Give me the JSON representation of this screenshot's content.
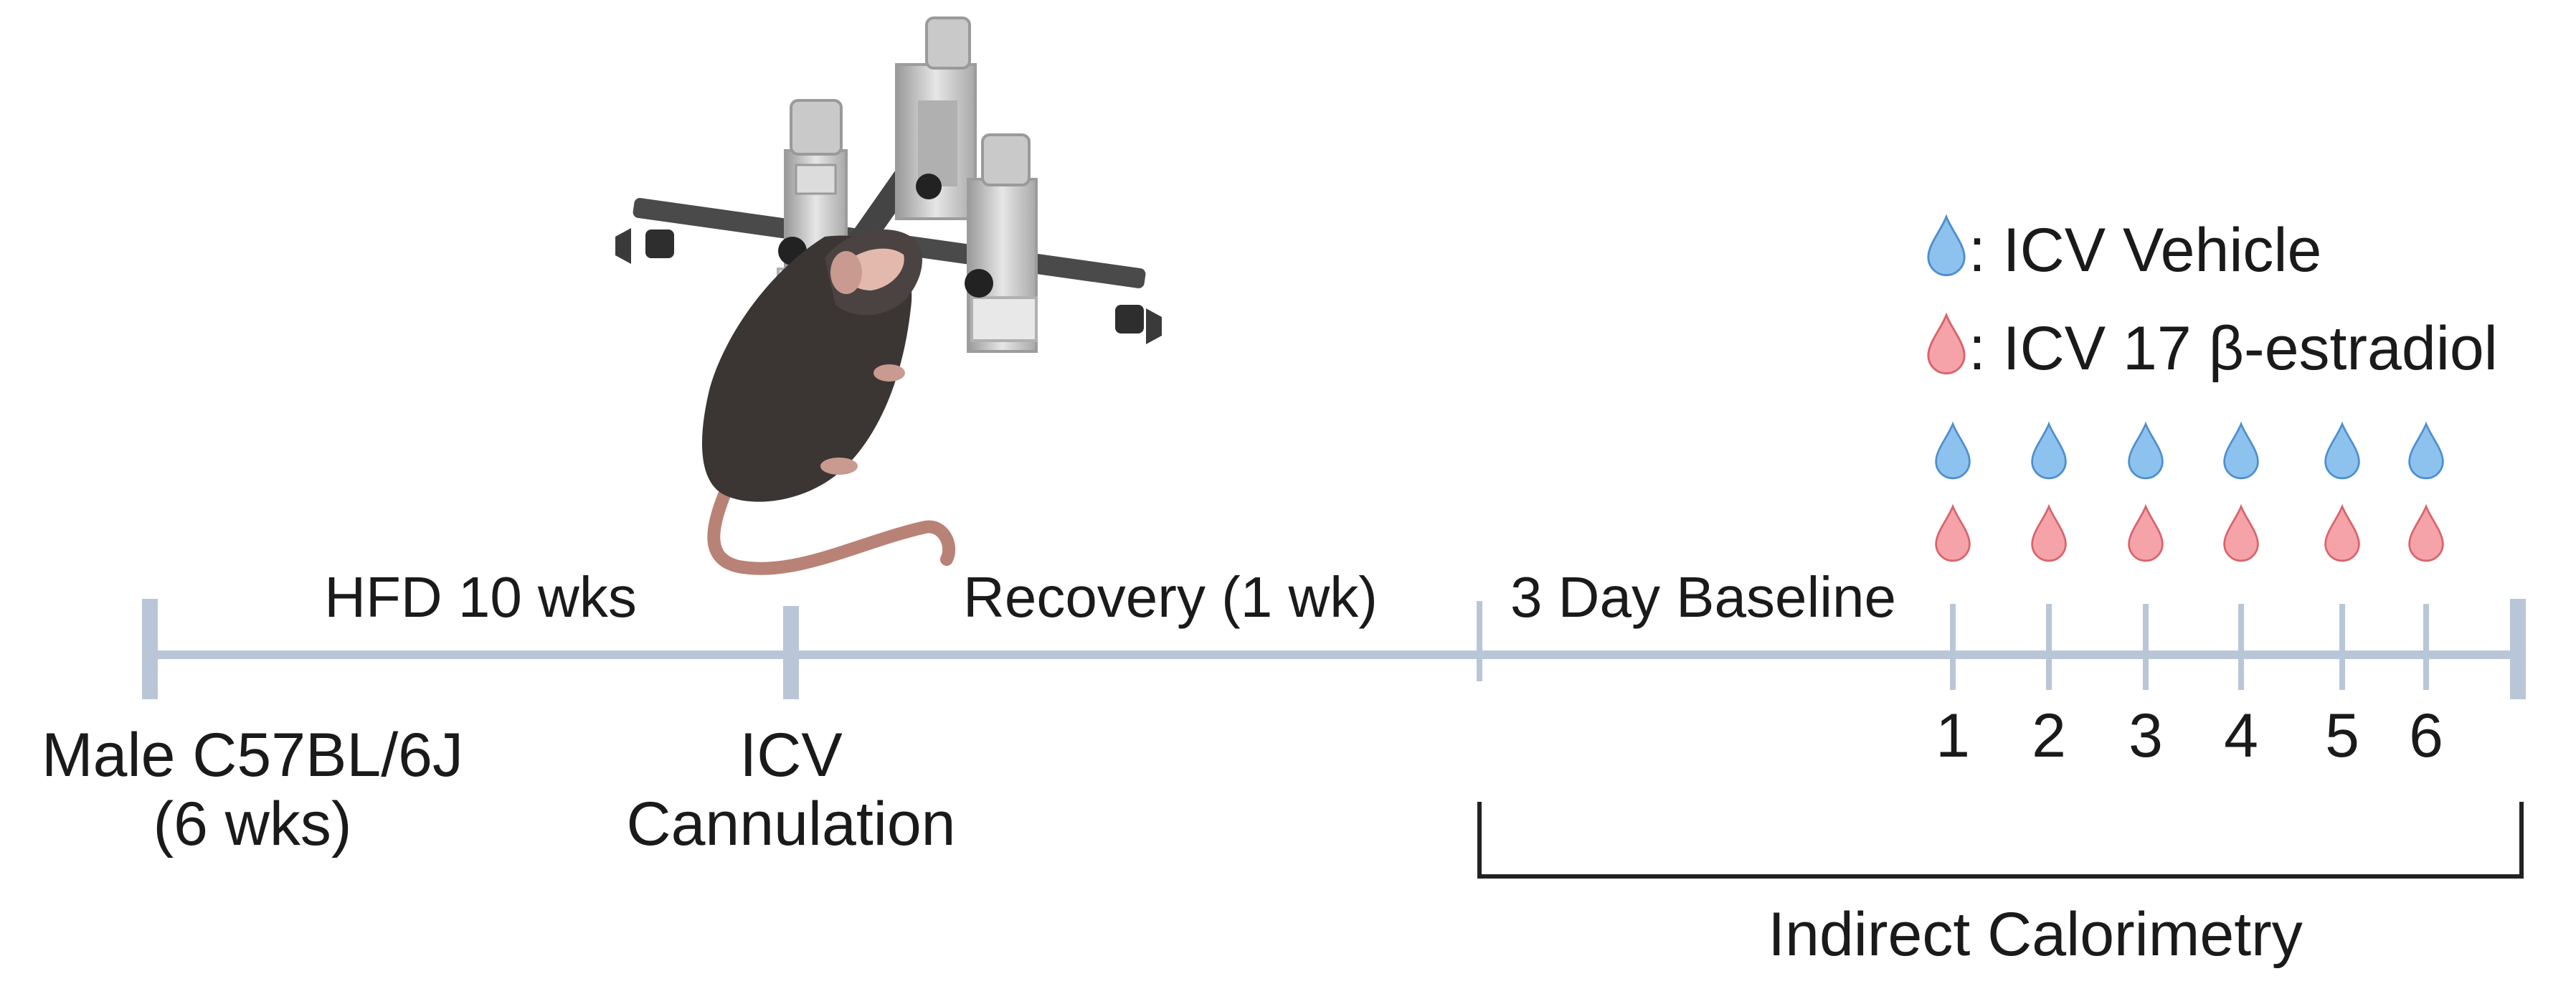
{
  "timeline": {
    "segments": {
      "hfd": "HFD 10 wks",
      "recovery": "Recovery (1 wk)",
      "baseline": "3 Day Baseline"
    },
    "milestones": {
      "start_line1": "Male C57BL/6J",
      "start_line2": "(6 wks)",
      "cannulation_line1": "ICV",
      "cannulation_line2": "Cannulation"
    },
    "days": [
      "1",
      "2",
      "3",
      "4",
      "5",
      "6"
    ],
    "calorimetry_label": "Indirect Calorimetry"
  },
  "legend": {
    "vehicle": ": ICV Vehicle",
    "estradiol": ": ICV 17 β-estradiol"
  },
  "colors": {
    "axis": "#b8c6d8",
    "vehicle_drop": "#8ec2ee",
    "vehicle_stroke": "#4d8fcf",
    "estradiol_drop": "#f5a3a8",
    "estradiol_stroke": "#d9636c",
    "bracket": "#222222",
    "mouse_body": "#3b3634",
    "mouse_tail": "#b98276"
  },
  "icons": {
    "stereotaxic": "stereotaxic-frame-icon",
    "mouse": "mouse-icon",
    "vehicle_drop": "blue-drop-icon",
    "estradiol_drop": "red-drop-icon"
  }
}
